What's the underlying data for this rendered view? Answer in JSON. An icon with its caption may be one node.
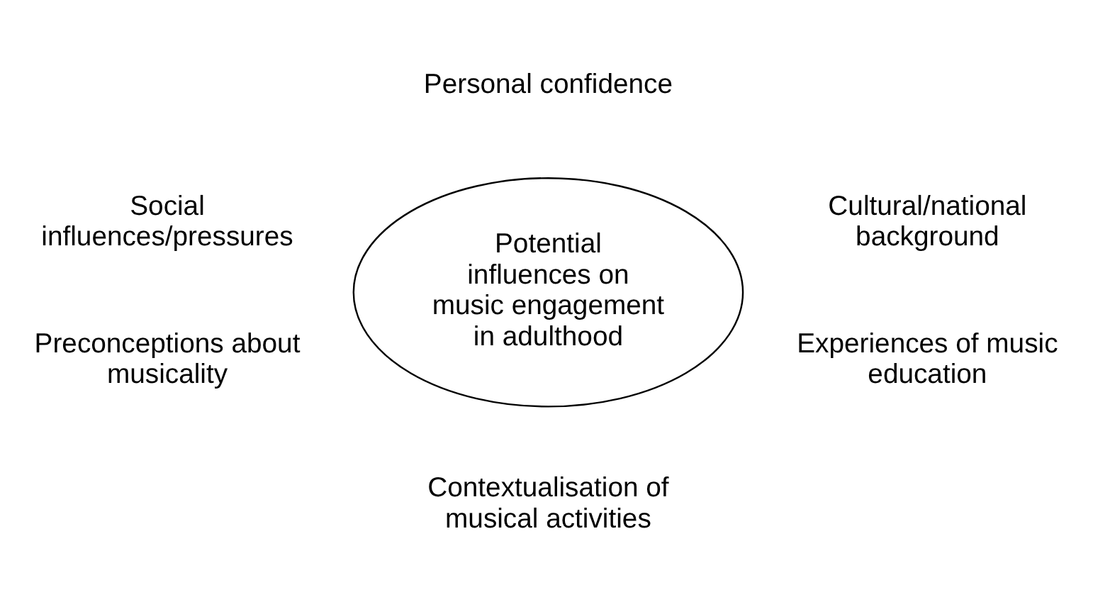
{
  "diagram": {
    "nodes": [
      {
        "text": [
          "Potential influences on music engagement in adulthood"
        ]
      }
    ],
    "edges": [],
    "labels": [
      "Personal confidence",
      "Social influences/pressures",
      "Cultural/national background",
      "Preconceptions about musicality",
      "Experiences of music education",
      "Contextualisation of musical activities"
    ]
  }
}
